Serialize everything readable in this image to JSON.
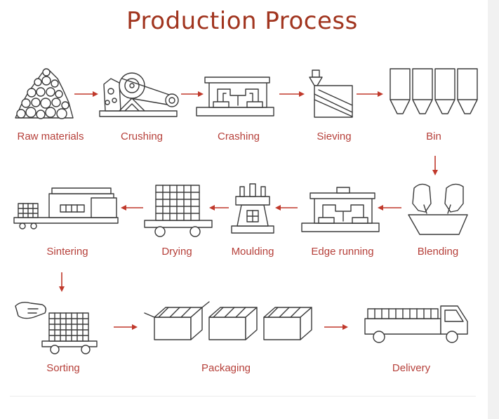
{
  "title": "Production Process",
  "steps": {
    "raw_materials": "Raw materials",
    "crushing": "Crushing",
    "crashing": "Crashing",
    "sieving": "Sieving",
    "bin": "Bin",
    "blending": "Blending",
    "edge_running": "Edge running",
    "moulding": "Moulding",
    "drying": "Drying",
    "sintering": "Sintering",
    "sorting": "Sorting",
    "packaging": "Packaging",
    "delivery": "Delivery"
  },
  "colors": {
    "title": "#a1351f",
    "label": "#b6403a",
    "arrow": "#c0392b",
    "line": "#3a3a3a"
  }
}
